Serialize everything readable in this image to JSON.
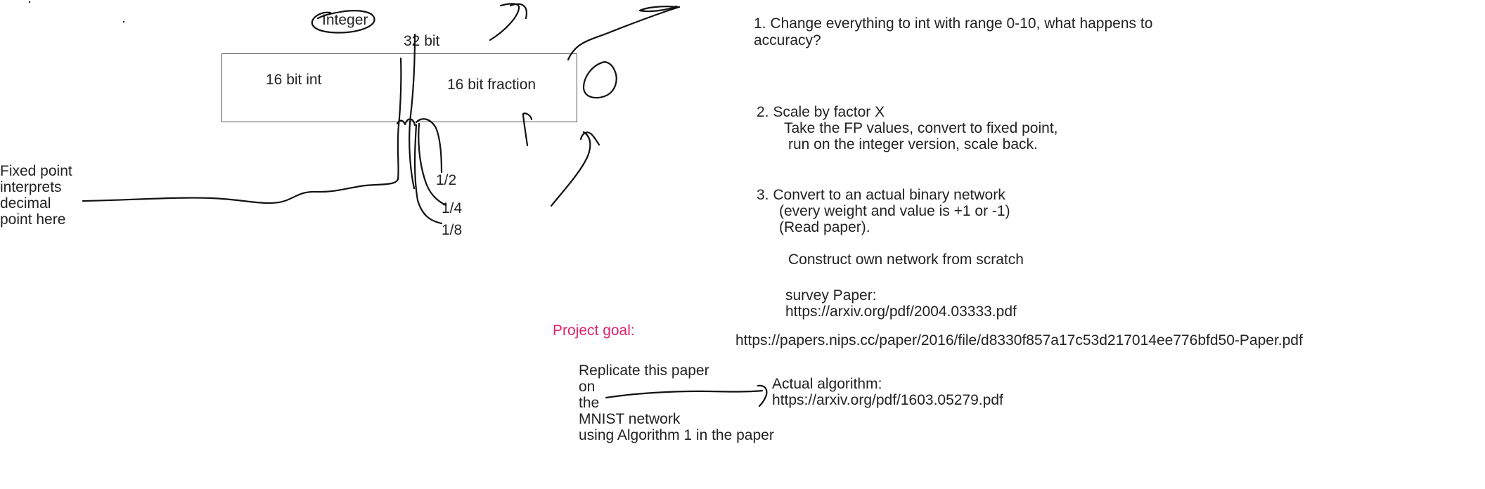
{
  "diagram": {
    "integer_label": "Integer",
    "bits_label": "32 bit",
    "int_part_label": "16 bit int",
    "fraction_part_label": "16 bit fraction",
    "fixed_point_note": "Fixed point\ninterprets\ndecimal\npoint here",
    "fraction_half": "1/2",
    "fraction_quarter": "1/4",
    "fraction_eighth": "1/8"
  },
  "notes": {
    "item1": "1. Change everything to int with range 0-10, what happens to\naccuracy?",
    "item2_title": "2. Scale by factor X",
    "item2_detail_1": "Take the FP values, convert to fixed point,",
    "item2_detail_2": "run on the integer version, scale back.",
    "item3_title": "3. Convert to an actual binary network",
    "item3_detail": "(every weight and value is +1 or -1)\n(Read paper).",
    "construct": "Construct own network from scratch",
    "survey_label": "survey Paper:",
    "survey_url": "https://arxiv.org/pdf/2004.03333.pdf",
    "nips_url": "https://papers.nips.cc/paper/2016/file/d8330f857a17c53d217014ee776bfd50-Paper.pdf"
  },
  "goal": {
    "label": "Project goal:",
    "text": "Replicate this paper\non\nthe\nMNIST network\nusing Algorithm 1 in the paper",
    "algorithm_label": "Actual algorithm:",
    "algorithm_url": "https://arxiv.org/pdf/1603.05279.pdf",
    "label_color": "#e0226e"
  }
}
